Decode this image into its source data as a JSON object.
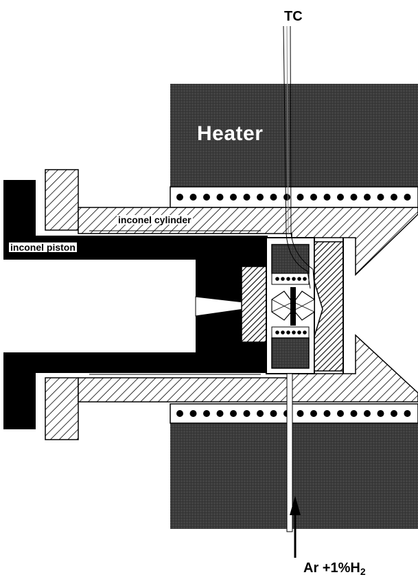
{
  "labels": {
    "thermocouple": "TC",
    "heater": "Heater",
    "cylinder": "inconel cylinder",
    "piston": "inconel piston",
    "gas_main": "Ar +1%H",
    "gas_sub": "2"
  },
  "colors": {
    "heater_fill": "#3c3c3c",
    "solid_black": "#000000",
    "hatch_line": "#000000",
    "background": "#ffffff"
  }
}
